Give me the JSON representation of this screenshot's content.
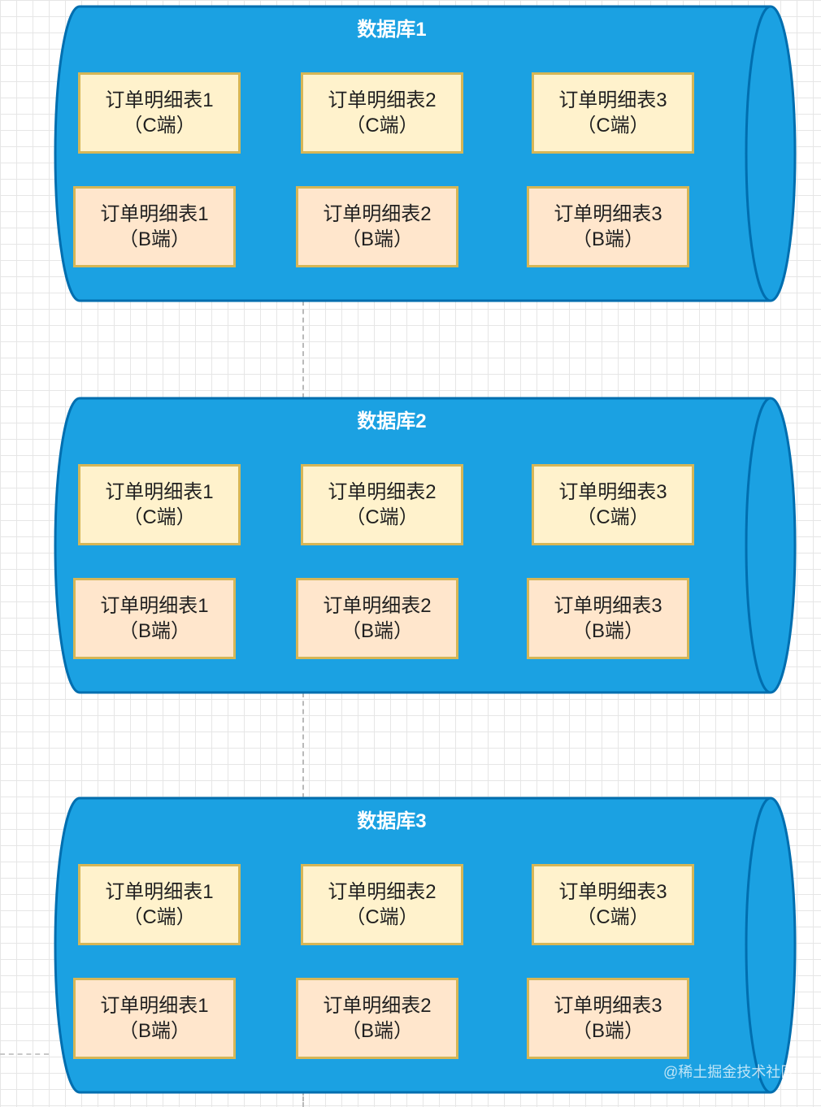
{
  "colors": {
    "cylinder_fill": "#1ba1e2",
    "cylinder_stroke": "#006eaf",
    "table_c_fill": "#fff2cc",
    "table_b_fill": "#ffe6cc",
    "table_stroke": "#d6b656"
  },
  "databases": [
    {
      "title": "数据库1",
      "tables": [
        {
          "name": "订单明细表1",
          "side": "（C端）"
        },
        {
          "name": "订单明细表2",
          "side": "（C端）"
        },
        {
          "name": "订单明细表3",
          "side": "（C端）"
        },
        {
          "name": "订单明细表1",
          "side": "（B端）"
        },
        {
          "name": "订单明细表2",
          "side": "（B端）"
        },
        {
          "name": "订单明细表3",
          "side": "（B端）"
        }
      ]
    },
    {
      "title": "数据库2",
      "tables": [
        {
          "name": "订单明细表1",
          "side": "（C端）"
        },
        {
          "name": "订单明细表2",
          "side": "（C端）"
        },
        {
          "name": "订单明细表3",
          "side": "（C端）"
        },
        {
          "name": "订单明细表1",
          "side": "（B端）"
        },
        {
          "name": "订单明细表2",
          "side": "（B端）"
        },
        {
          "name": "订单明细表3",
          "side": "（B端）"
        }
      ]
    },
    {
      "title": "数据库3",
      "tables": [
        {
          "name": "订单明细表1",
          "side": "（C端）"
        },
        {
          "name": "订单明细表2",
          "side": "（C端）"
        },
        {
          "name": "订单明细表3",
          "side": "（C端）"
        },
        {
          "name": "订单明细表1",
          "side": "（B端）"
        },
        {
          "name": "订单明细表2",
          "side": "（B端）"
        },
        {
          "name": "订单明细表3",
          "side": "（B端）"
        }
      ]
    }
  ],
  "watermark": "@稀土掘金技术社区"
}
